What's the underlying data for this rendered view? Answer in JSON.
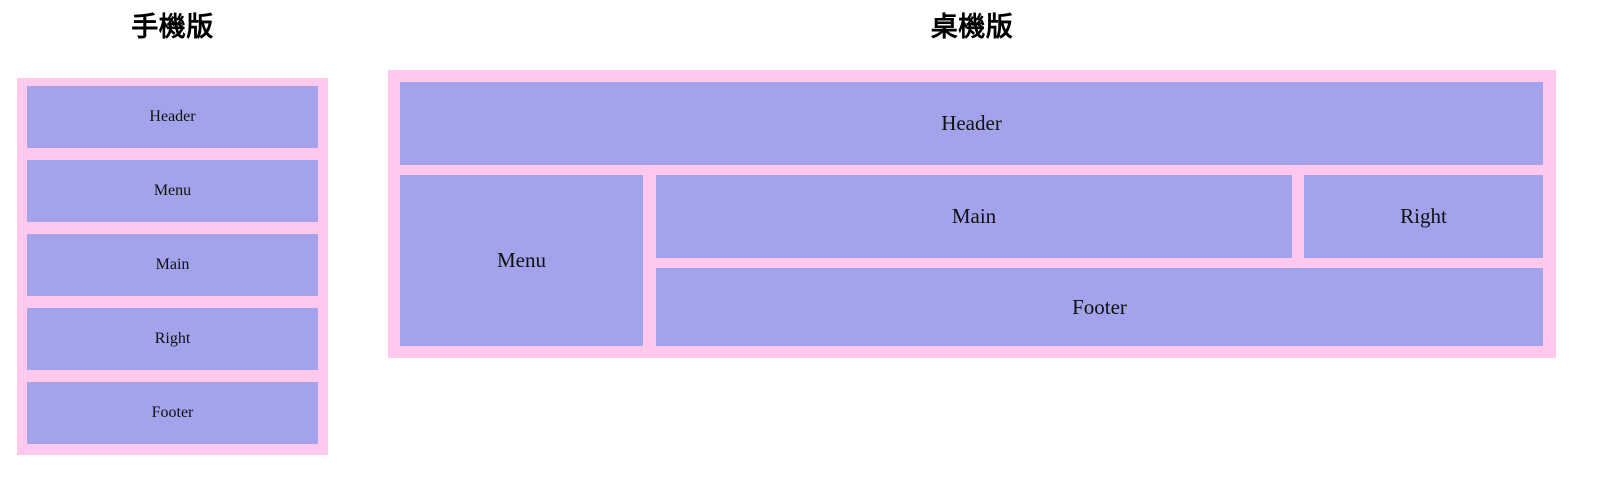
{
  "page": {
    "background_color": "#ffffff",
    "frame_color": "#ffc8ec",
    "block_color": "#a3a3ec",
    "text_color": "#111111",
    "title_color": "#000000"
  },
  "panels": [
    {
      "id": "mobile",
      "title": "手機版",
      "blocks": [
        {
          "id": "header",
          "label": "Header"
        },
        {
          "id": "menu",
          "label": "Menu"
        },
        {
          "id": "main",
          "label": "Main"
        },
        {
          "id": "right",
          "label": "Right"
        },
        {
          "id": "footer",
          "label": "Footer"
        }
      ]
    },
    {
      "id": "desktop",
      "title": "桌機版",
      "blocks": [
        {
          "id": "header",
          "label": "Header"
        },
        {
          "id": "menu",
          "label": "Menu"
        },
        {
          "id": "main",
          "label": "Main"
        },
        {
          "id": "right",
          "label": "Right"
        },
        {
          "id": "footer",
          "label": "Footer"
        }
      ]
    }
  ]
}
